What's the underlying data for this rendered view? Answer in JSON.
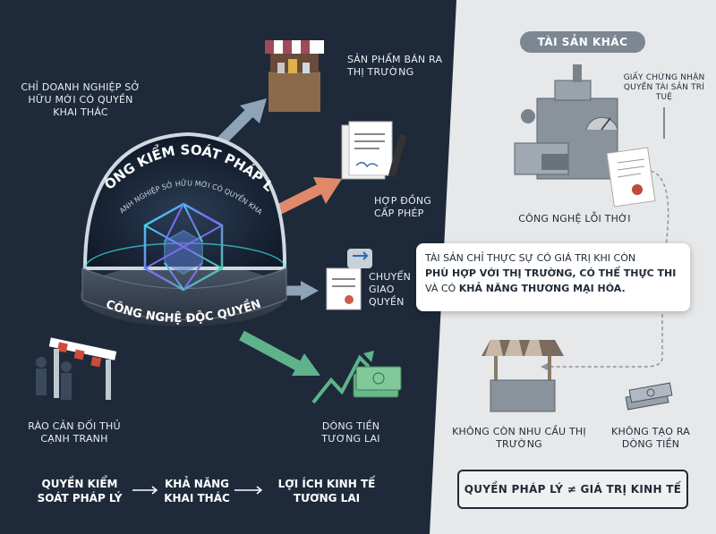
{
  "right_panel": {
    "title": "TÀI SẢN KHÁC",
    "certificate_label": "GIẤY CHỨNG NHẬN QUYỀN TÀI SẢN TRÍ TUỆ",
    "outdated_tech_label": "CÔNG NGHỆ LỖI THỜI",
    "no_demand_label": "KHÔNG CÒN NHU CẦU THỊ TRƯỜNG",
    "no_cash_label": "KHÔNG TẠO RA DÒNG TIỀN",
    "equation": "QUYỀN PHÁP LÝ ≠ GIÁ TRỊ KINH TẾ"
  },
  "callout": {
    "line1": "TÀI SẢN CHỈ THỰC SỰ CÓ GIÁ TRỊ KHI CÒN",
    "line2": "PHÙ HỢP VỚI THỊ TRƯỜNG, CÓ THỂ THỰC THI",
    "line3_plain": "VÀ CÓ",
    "line3_bold": "KHẢ NĂNG THƯƠNG MẠI HÓA."
  },
  "left_panel": {
    "only_owner_label": "CHỈ DOANH NGHIỆP SỞ HỮU MỚI CÓ QUYỀN KHAI THÁC",
    "dome_title": "VÒNG KIỂM SOÁT PHÁP LÝ",
    "dome_subtitle": "CHỈ DOANH NGHIỆP SỞ HỮU MỚI CÓ QUYỀN KHAI THÁC",
    "base_label": "CÔNG NGHỆ ĐỘC QUYỀN",
    "products_label": "SẢN PHẨM BÁN RA THỊ TRƯỜNG",
    "license_label": "HỢP ĐỒNG CẤP PHÉP",
    "transfer_label": "CHUYỂN GIAO QUYỀN",
    "cashflow_label": "DÒNG TIỀN TƯƠNG LAI",
    "barrier_label": "RÀO CẢN ĐỐI THỦ CẠNH TRANH"
  },
  "bottom_flow": {
    "step1": "QUYỀN KIỂM SOÁT PHÁP LÝ",
    "step2": "KHẢ NĂNG KHAI THÁC",
    "step3": "LỢI ÍCH KINH TẾ TƯƠNG LAI"
  },
  "colors": {
    "left_bg": "#1e2a3a",
    "right_bg": "#e6e8ea",
    "arrow_blue": "#8fa3b8",
    "arrow_orange": "#e0896a",
    "arrow_green": "#5fb38a",
    "cube_cyan": "#3ee0e8"
  }
}
